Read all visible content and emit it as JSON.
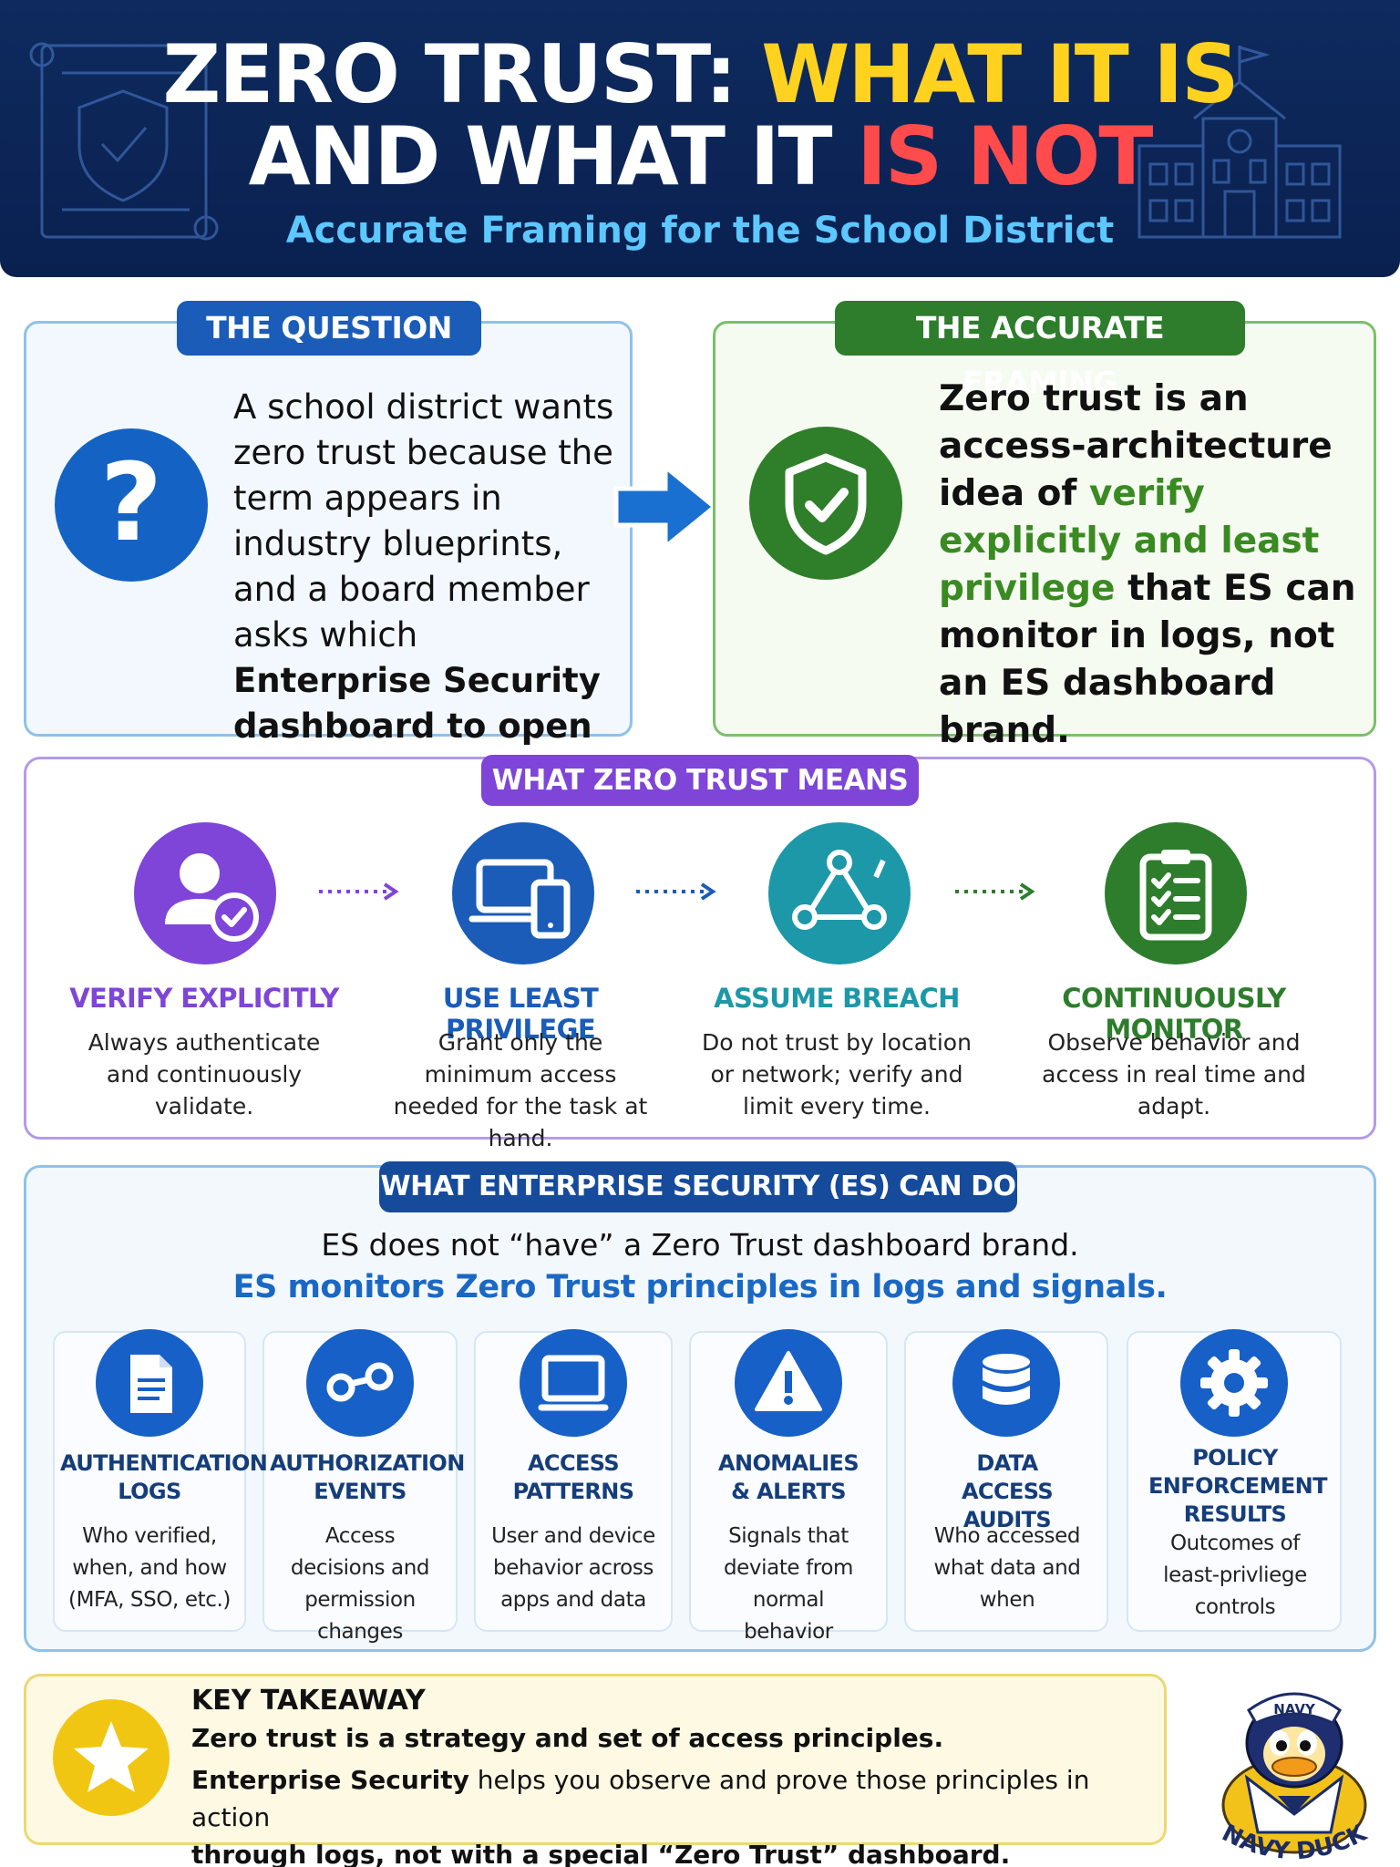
{
  "header": {
    "title_part1": "ZERO TRUST: ",
    "title_part2": "WHAT IT IS",
    "title_part3": "AND WHAT IT ",
    "title_part4": "IS NOT",
    "subtitle": "Accurate Framing for the School District"
  },
  "question": {
    "label": "THE QUESTION",
    "text_plain": "A school district wants zero trust because the term appears in industry blueprints, and a board member asks which",
    "text_bold": "Enterprise Security dashboard to open for it."
  },
  "framing": {
    "label": "THE ACCURATE FRAMING",
    "text_a": "Zero trust is an access-architecture idea of ",
    "text_green": "verify explicitly and least privilege",
    "text_b": " that ES can monitor in logs, not an ES dashboard brand."
  },
  "means": {
    "label": "WHAT ZERO TRUST MEANS",
    "items": [
      {
        "title": "VERIFY EXPLICITLY",
        "desc": "Always authenticate and continuously validate.",
        "color": "#7e45d8",
        "icon": "user-check-icon"
      },
      {
        "title": "USE LEAST PRIVILEGE",
        "desc": "Grant only the minimum access needed for the task at hand.",
        "color": "#1a5cb8",
        "icon": "devices-icon"
      },
      {
        "title": "ASSUME BREACH",
        "desc": "Do not trust by location or network; verify and limit every time.",
        "color": "#1c98a8",
        "icon": "network-icon"
      },
      {
        "title": "CONTINUOUSLY MONITOR",
        "desc": "Observe behavior and access in real time and adapt.",
        "color": "#2d7d2c",
        "icon": "clipboard-check-icon"
      }
    ]
  },
  "es": {
    "label": "WHAT ENTERPRISE SECURITY (ES) CAN DO",
    "line1": "ES does not “have” a Zero Trust dashboard brand.",
    "line2": "ES monitors Zero Trust principles in logs and signals.",
    "cards": [
      {
        "title": "AUTHENTICATION LOGS",
        "desc": "Who verified, when, and how (MFA, SSO, etc.)",
        "icon": "document-icon"
      },
      {
        "title": "AUTHORIZATION EVENTS",
        "desc": "Access decisions and permission changes",
        "icon": "link-icon"
      },
      {
        "title": "ACCESS PATTERNS",
        "desc": "User and device behavior across apps and data",
        "icon": "monitor-icon"
      },
      {
        "title": "ANOMALIES & ALERTS",
        "desc": "Signals that deviate from normal behavior",
        "icon": "warning-icon"
      },
      {
        "title": "DATA ACCESS AUDITS",
        "desc": "Who accessed what data and when",
        "icon": "database-icon"
      },
      {
        "title": "POLICY ENFORCEMENT RESULTS",
        "desc": "Outcomes of least-privliege controls",
        "icon": "gear-icon"
      }
    ]
  },
  "takeaway": {
    "heading": "KEY TAKEAWAY",
    "line1": "Zero trust is a strategy and set of access principles.",
    "line2_bold": "Enterprise Security",
    "line2_rest": " helps you observe and prove those principles in action ",
    "line3": "through logs, not with a special “Zero Trust” dashboard."
  },
  "mascot": {
    "hat_text": "NAVY",
    "label": "NAVY DUCK"
  }
}
